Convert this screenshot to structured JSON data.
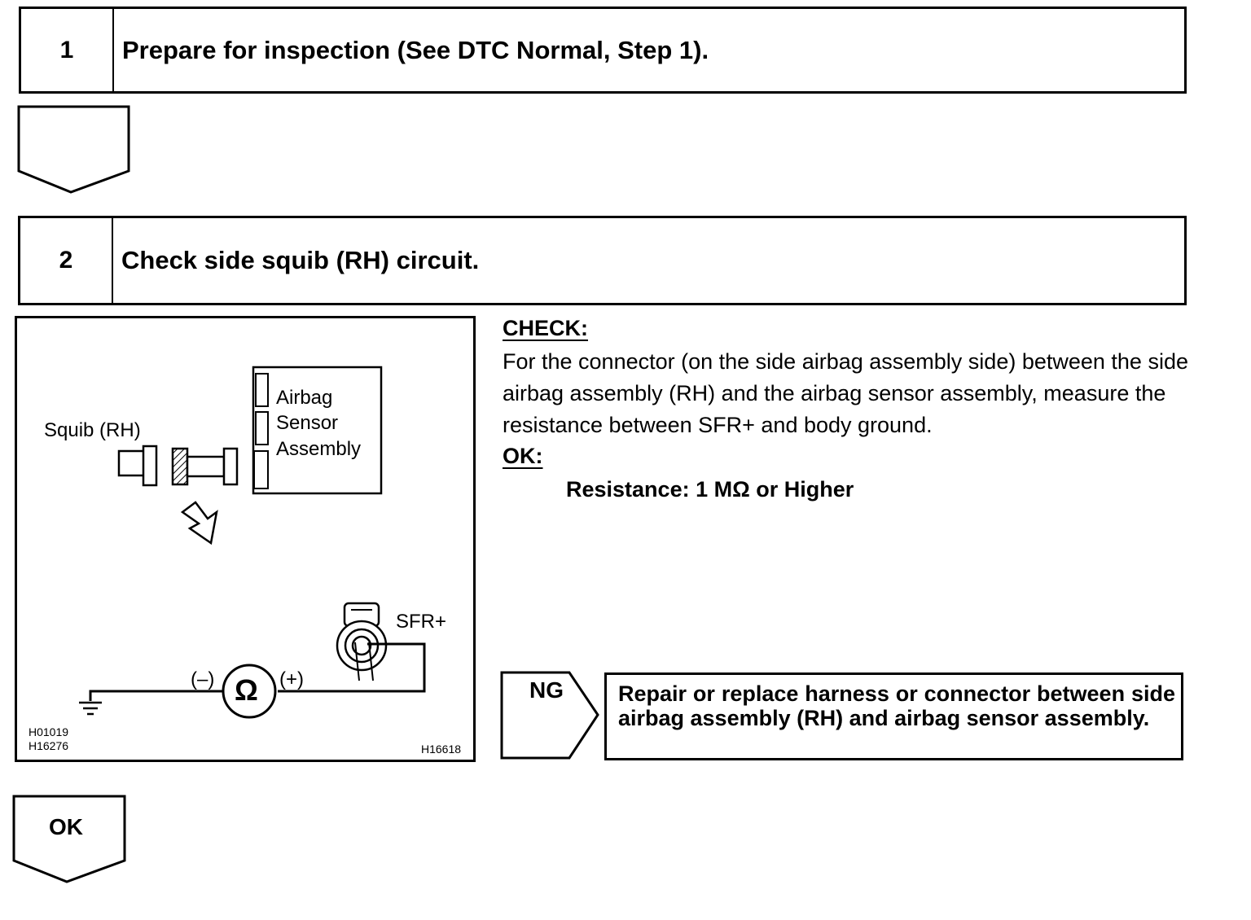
{
  "steps": [
    {
      "number": "1",
      "title": "Prepare for inspection (See DTC Normal, Step 1)."
    },
    {
      "number": "2",
      "title": "Check side squib (RH) circuit."
    }
  ],
  "diagram": {
    "squib_label": "Squib (RH)",
    "sensor_label": [
      "Airbag",
      "Sensor",
      "Assembly"
    ],
    "terminal_label": "SFR+",
    "minus_label": "(–)",
    "plus_label": "(+)",
    "ohm_symbol": "Ω",
    "codes": [
      "H01019",
      "H16276"
    ],
    "code_right": "H16618"
  },
  "check": {
    "heading": "CHECK:",
    "text": "For the connector (on the side airbag assembly side) between the side airbag assembly (RH) and the airbag sensor assembly, measure the resistance between SFR+ and body ground.",
    "ok_heading": "OK:",
    "ok_value": "Resistance: 1 MΩ or Higher"
  },
  "ng": {
    "label": "NG",
    "action": "Repair or replace harness or connector between side airbag assembly (RH) and airbag sensor assembly."
  },
  "ok_label": "OK"
}
